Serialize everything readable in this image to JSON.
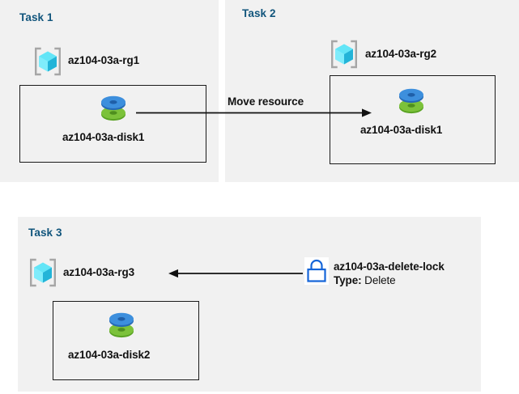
{
  "diagram": {
    "title_color": "#11557c",
    "panel_background": "#f1f1f1",
    "page_background": "#ffffff"
  },
  "tasks": [
    {
      "title": "Task 1",
      "resource_group": {
        "icon": "resource-group-icon",
        "label": "az104-03a-rg1"
      },
      "resource": {
        "icon": "managed-disk-icon",
        "label": "az104-03a-disk1"
      }
    },
    {
      "title": "Task 2",
      "resource_group": {
        "icon": "resource-group-icon",
        "label": "az104-03a-rg2"
      },
      "resource": {
        "icon": "managed-disk-icon",
        "label": "az104-03a-disk1"
      }
    },
    {
      "title": "Task 3",
      "resource_group": {
        "icon": "resource-group-icon",
        "label": "az104-03a-rg3"
      },
      "resource": {
        "icon": "managed-disk-icon",
        "label": "az104-03a-disk2"
      },
      "lock": {
        "icon": "padlock-icon",
        "label": "az104-03a-delete-lock",
        "type_key": "Type:",
        "type_value": "Delete"
      }
    }
  ],
  "connectors": {
    "move_resource": {
      "label": "Move resource",
      "direction": "right",
      "color": "#111111"
    },
    "lock_applies_to": {
      "label": "",
      "direction": "left",
      "color": "#111111"
    }
  },
  "colors": {
    "cube_light": "#9bf0fb",
    "cube_mid": "#4fdcf5",
    "cube_dark": "#2bb7d9",
    "bracket": "#a6a6a6",
    "disk_blue": "#2f7fd0",
    "disk_blue_top": "#3d8fdd",
    "disk_green": "#6aad29",
    "disk_green_top": "#7cc23a",
    "lock_blue": "#1565d8",
    "box_border": "#1a1a1a",
    "text": "#111111",
    "title": "#11557c"
  }
}
